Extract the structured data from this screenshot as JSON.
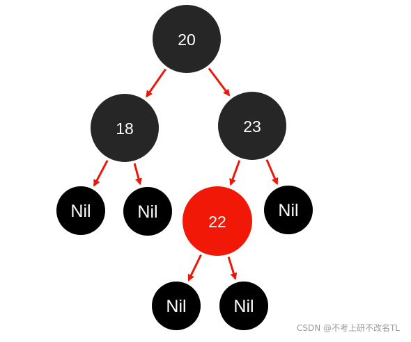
{
  "colors": {
    "black_node": "#262626",
    "nil_node": "#000000",
    "red_node": "#f21807",
    "edge": "#e8190a",
    "label": "#ffffff"
  },
  "tree": {
    "nodes": [
      {
        "id": "n20",
        "label": "20",
        "color": "black"
      },
      {
        "id": "n18",
        "label": "18",
        "color": "black"
      },
      {
        "id": "n23",
        "label": "23",
        "color": "black"
      },
      {
        "id": "nil-18-left",
        "label": "Nil",
        "color": "nil"
      },
      {
        "id": "nil-18-right",
        "label": "Nil",
        "color": "nil"
      },
      {
        "id": "n22",
        "label": "22",
        "color": "red"
      },
      {
        "id": "nil-23-right",
        "label": "Nil",
        "color": "nil"
      },
      {
        "id": "nil-22-left",
        "label": "Nil",
        "color": "nil"
      },
      {
        "id": "nil-22-right",
        "label": "Nil",
        "color": "nil"
      }
    ],
    "edges": [
      {
        "from": "n20",
        "to": "n18"
      },
      {
        "from": "n20",
        "to": "n23"
      },
      {
        "from": "n18",
        "to": "nil-18-left"
      },
      {
        "from": "n18",
        "to": "nil-18-right"
      },
      {
        "from": "n23",
        "to": "n22"
      },
      {
        "from": "n23",
        "to": "nil-23-right"
      },
      {
        "from": "n22",
        "to": "nil-22-left"
      },
      {
        "from": "n22",
        "to": "nil-22-right"
      }
    ]
  },
  "watermark": "CSDN @不考上研不改名TL"
}
